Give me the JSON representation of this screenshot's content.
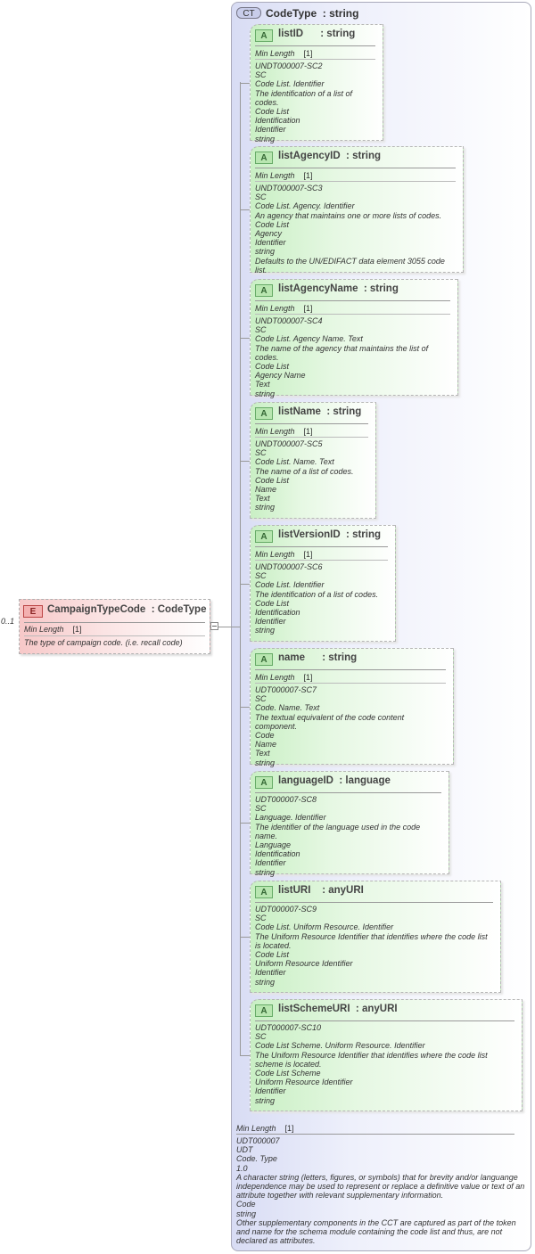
{
  "complex_type": {
    "badge": "CT",
    "title": "CodeType  : string",
    "facet": {
      "label": "Min Length",
      "value": "[1]"
    },
    "documentation": [
      "UDT000007",
      "UDT",
      "Code. Type",
      "1.0",
      "A character string (letters, figures, or symbols) that for brevity and/or languange independence may be used to represent or replace a definitive value or text of an attribute together with relevant supplementary information.",
      "Code",
      "string",
      "Other supplementary components in the CCT are captured as part of the token and name for the schema module containing the code list and thus, are not declared as attributes."
    ]
  },
  "element": {
    "badge": "E",
    "title": "CampaignTypeCode  : CodeType",
    "occurrence": "0..1",
    "facet": {
      "label": "Min Length",
      "value": "[1]"
    },
    "description": "The type of campaign code. (i.e. recall code)"
  },
  "attributes": [
    {
      "badge": "A",
      "title": "listID      : string",
      "facet": {
        "label": "Min Length",
        "value": "[1]"
      },
      "doc": [
        "UNDT000007-SC2",
        "SC",
        "Code List. Identifier",
        "The identification of a list of codes.",
        "Code List",
        "Identification",
        "Identifier",
        "string"
      ]
    },
    {
      "badge": "A",
      "title": "listAgencyID  : string",
      "facet": {
        "label": "Min Length",
        "value": "[1]"
      },
      "doc": [
        "UNDT000007-SC3",
        "SC",
        "Code List. Agency. Identifier",
        "An agency that maintains one or more lists of codes.",
        "Code List",
        "Agency",
        "Identifier",
        "string",
        "Defaults to the UN/EDIFACT data element 3055 code list."
      ]
    },
    {
      "badge": "A",
      "title": "listAgencyName  : string",
      "facet": {
        "label": "Min Length",
        "value": "[1]"
      },
      "doc": [
        "UNDT000007-SC4",
        "SC",
        "Code List. Agency Name. Text",
        "The name of the agency that maintains the list of codes.",
        "Code List",
        "Agency Name",
        "Text",
        "string"
      ]
    },
    {
      "badge": "A",
      "title": "listName  : string",
      "facet": {
        "label": "Min Length",
        "value": "[1]"
      },
      "doc": [
        "UNDT000007-SC5",
        "SC",
        "Code List. Name. Text",
        "The name of a list of codes.",
        "Code List",
        "Name",
        "Text",
        "string"
      ]
    },
    {
      "badge": "A",
      "title": "listVersionID  : string",
      "facet": {
        "label": "Min Length",
        "value": "[1]"
      },
      "doc": [
        "UNDT000007-SC6",
        "SC",
        "Code List. Identifier",
        "The identification of a list of codes.",
        "Code List",
        "Identification",
        "Identifier",
        "string"
      ]
    },
    {
      "badge": "A",
      "title": "name      : string",
      "facet": {
        "label": "Min Length",
        "value": "[1]"
      },
      "doc": [
        "UDT000007-SC7",
        "SC",
        "Code. Name. Text",
        "The textual equivalent of the code content component.",
        "Code",
        "Name",
        "Text",
        "string"
      ]
    },
    {
      "badge": "A",
      "title": "languageID  : language",
      "doc": [
        "UDT000007-SC8",
        "SC",
        "Language. Identifier",
        "The identifier of the language used in the code name.",
        "Language",
        "Identification",
        "Identifier",
        "string"
      ]
    },
    {
      "badge": "A",
      "title": "listURI    : anyURI",
      "doc": [
        "UDT000007-SC9",
        "SC",
        "Code List. Uniform Resource. Identifier",
        "The Uniform Resource Identifier that identifies where the code list is located.",
        "Code List",
        "Uniform Resource Identifier",
        "Identifier",
        "string"
      ]
    },
    {
      "badge": "A",
      "title": "listSchemeURI  : anyURI",
      "doc": [
        "UDT000007-SC10",
        "SC",
        "Code List Scheme. Uniform Resource. Identifier",
        "The Uniform Resource Identifier that identifies where the code list scheme is located.",
        "Code List Scheme",
        "Uniform Resource Identifier",
        "Identifier",
        "string"
      ]
    }
  ]
}
